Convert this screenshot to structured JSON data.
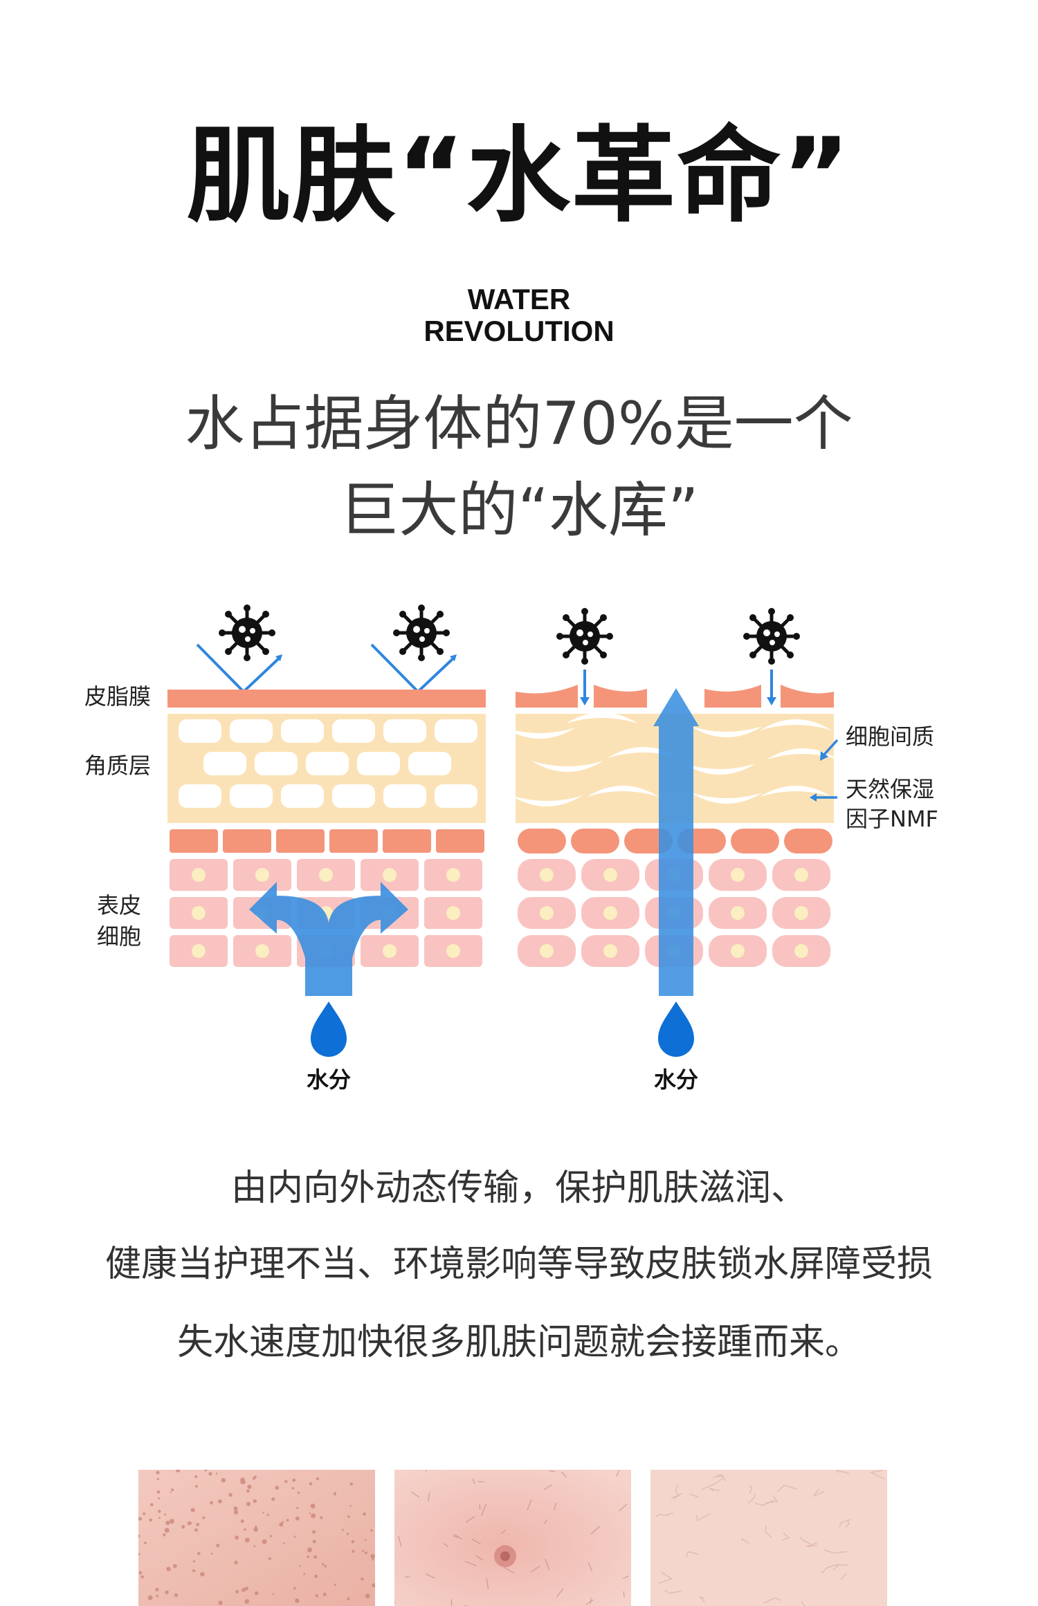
{
  "header": {
    "title": "肌肤“水革命”",
    "subtitle_line1": "WATER",
    "subtitle_line2": "REVOLUTION"
  },
  "lead": {
    "line1": "水占据身体的70%是一个",
    "line2": "巨大的“水库”"
  },
  "diagram": {
    "left_labels": {
      "sebum_film": "皮脂膜",
      "stratum_corneum": "角质层",
      "epidermis_line1": "表皮",
      "epidermis_line2": "细胞"
    },
    "right_labels": {
      "intercellular": "细胞间质",
      "nmf_line1": "天然保湿",
      "nmf_line2": "因子NMF"
    },
    "water_label_left": "水分",
    "water_label_right": "水分",
    "colors": {
      "sebum": "#f4957a",
      "corneum_bg": "#fbe2b6",
      "cell_pink": "#f9c3c1",
      "nucleus": "#fbeec0",
      "arrow_blue": "#3b8fe0",
      "drop_blue": "#0e6fd6",
      "guard_line": "#2e86de"
    }
  },
  "body": {
    "line1": "由内向外动态传输，保护肌肤滋润、",
    "line2": "健康当护理不当、环境影响等导致皮肤锁水屏障受损",
    "line3": "失水速度加快很多肌肤问题就会接踵而来。"
  }
}
